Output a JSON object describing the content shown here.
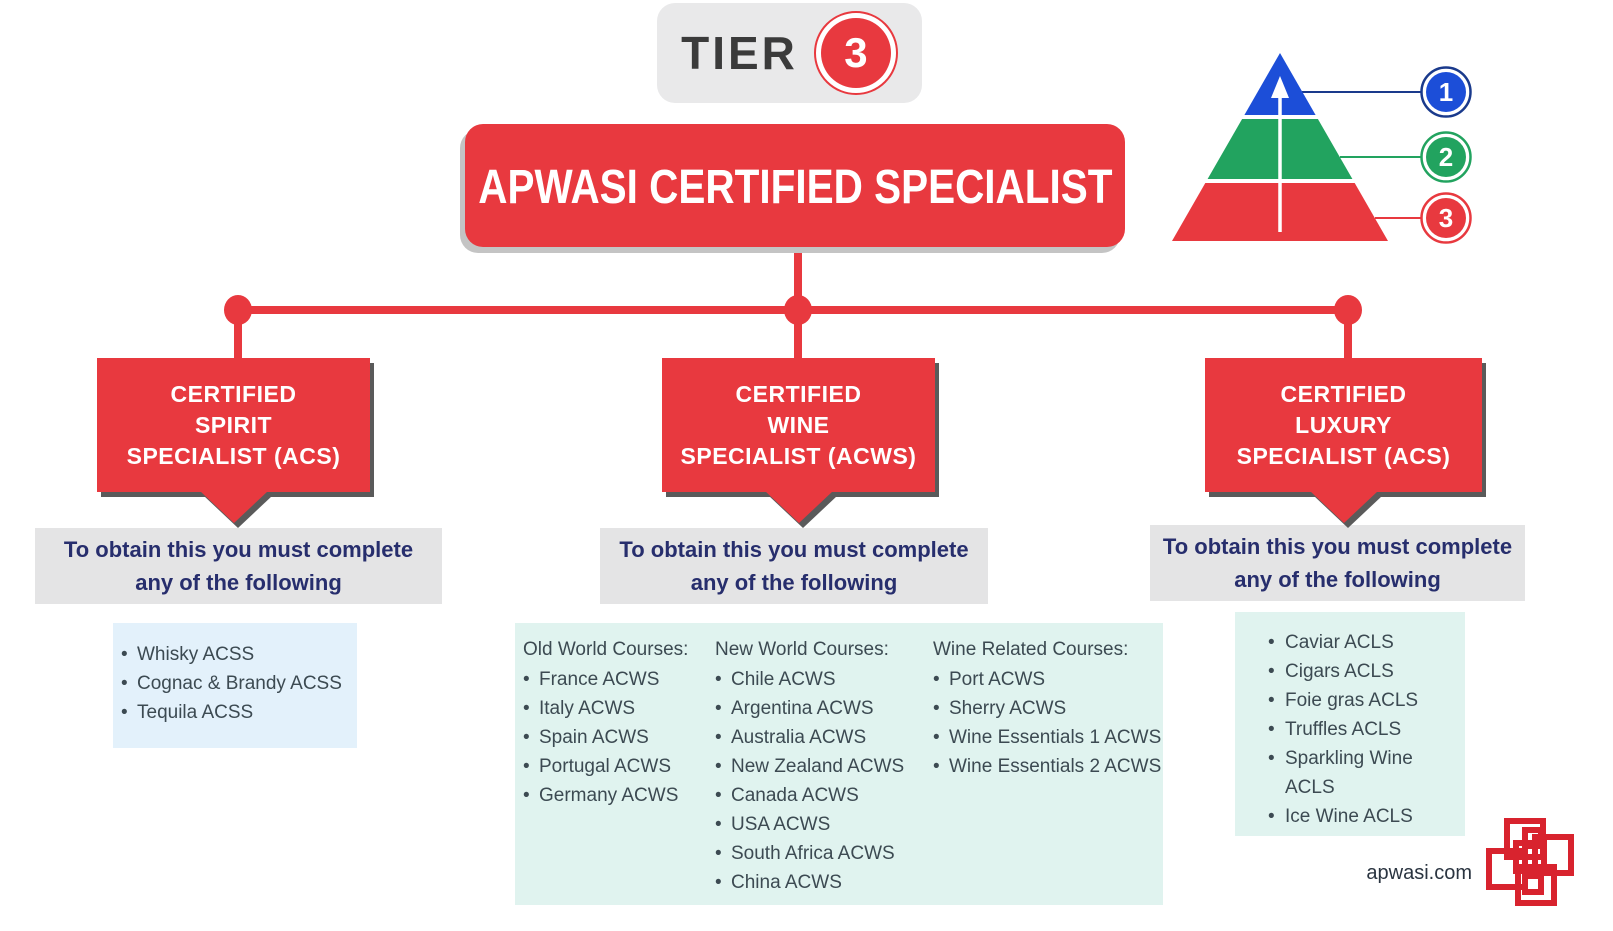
{
  "colors": {
    "accent_red": "#e8393f",
    "navy_text": "#272e6d",
    "pyramid_blue": "#1c4ed8",
    "pyramid_green": "#22a35f",
    "pyramid_red": "#e8393f",
    "circle1_ring": "#1a3a8c",
    "panel_gray": "#e4e4e5",
    "list_bg_blue": "#e3f1fb",
    "list_bg_mint": "#e0f3ef",
    "logo_red": "#d8232e"
  },
  "tier_badge": {
    "label": "TIER",
    "number": "3"
  },
  "header": {
    "title": "APWASI CERTIFIED SPECIALIST"
  },
  "pyramid": {
    "levels": [
      {
        "number": "1"
      },
      {
        "number": "2"
      },
      {
        "number": "3"
      }
    ]
  },
  "instruction": {
    "line1": "To obtain this you must complete",
    "line2": "any of the following"
  },
  "branches": [
    {
      "title_lines": [
        "CERTIFIED",
        "SPIRIT",
        "SPECIALIST (ACS)"
      ],
      "items": [
        "Whisky ACSS",
        "Cognac & Brandy ACSS",
        "Tequila ACSS"
      ]
    },
    {
      "title_lines": [
        "CERTIFIED",
        "WINE",
        "SPECIALIST (ACWS)"
      ],
      "columns": [
        {
          "header": "Old World Courses:",
          "items": [
            "France ACWS",
            "Italy ACWS",
            "Spain ACWS",
            "Portugal ACWS",
            "Germany ACWS"
          ]
        },
        {
          "header": "New World Courses:",
          "items": [
            "Chile ACWS",
            "Argentina ACWS",
            "Australia ACWS",
            "New Zealand ACWS",
            "Canada ACWS",
            "USA ACWS",
            "South Africa ACWS",
            "China ACWS"
          ]
        },
        {
          "header": "Wine Related Courses:",
          "items": [
            "Port ACWS",
            "Sherry ACWS",
            "Wine Essentials 1 ACWS",
            "Wine Essentials 2 ACWS"
          ]
        }
      ]
    },
    {
      "title_lines": [
        "CERTIFIED",
        "LUXURY",
        "SPECIALIST (ACS)"
      ],
      "items": [
        "Caviar ACLS",
        "Cigars ACLS",
        "Foie gras ACLS",
        "Truffles ACLS",
        "Sparkling Wine ACLS",
        "Ice Wine ACLS"
      ]
    }
  ],
  "footer": {
    "website": "apwasi.com"
  }
}
